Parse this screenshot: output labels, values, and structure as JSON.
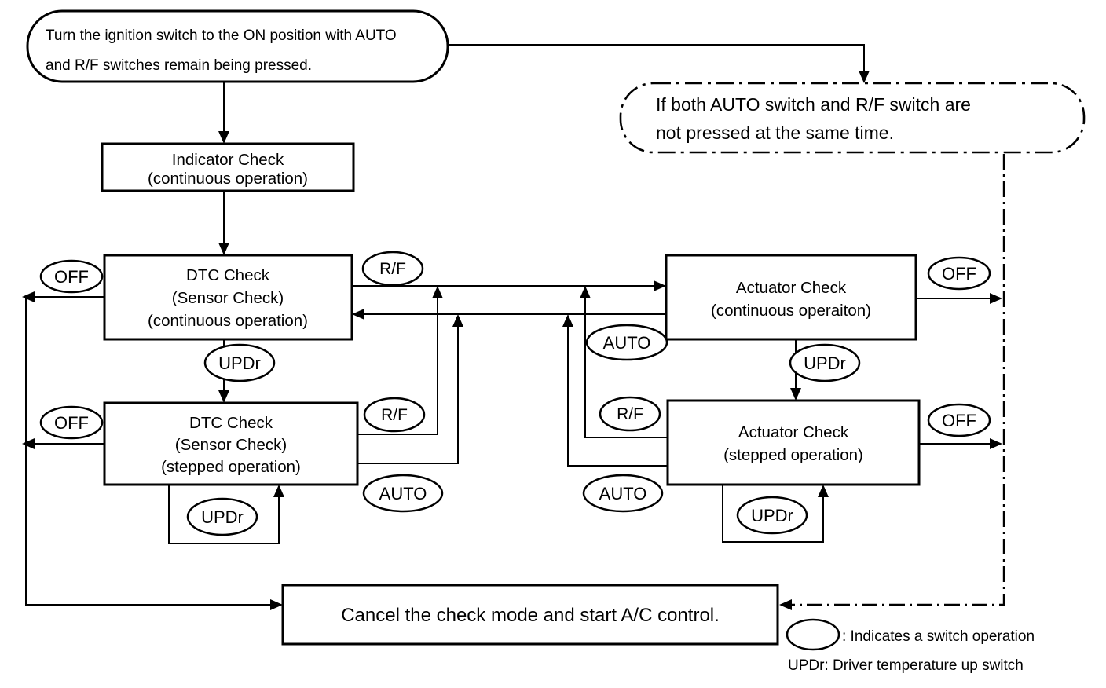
{
  "diagram": {
    "nodes": {
      "start": {
        "lines": [
          "Turn the ignition switch to the ON position with AUTO",
          "and R/F switches remain being pressed."
        ]
      },
      "bypass": {
        "lines": [
          "If both AUTO switch and R/F switch are",
          "not pressed at the same time."
        ]
      },
      "indicator_check": {
        "lines": [
          "Indicator Check",
          "(continuous operation)"
        ]
      },
      "dtc_check_continuous": {
        "lines": [
          "DTC Check",
          "(Sensor Check)",
          "(continuous operation)"
        ]
      },
      "dtc_check_stepped": {
        "lines": [
          "DTC Check",
          "(Sensor Check)",
          "(stepped operation)"
        ]
      },
      "actuator_check_continuous": {
        "lines": [
          "Actuator Check",
          "(continuous operaiton)"
        ]
      },
      "actuator_check_stepped": {
        "lines": [
          "Actuator Check",
          "(stepped operation)"
        ]
      },
      "cancel": {
        "label": "Cancel the check mode and start A/C control."
      }
    },
    "switch_labels": {
      "off": "OFF",
      "rf": "R/F",
      "auto": "AUTO",
      "updr": "UPDr"
    },
    "legend": {
      "oval_meaning": ": Indicates a switch operation",
      "updr_meaning": "UPDr: Driver temperature up switch"
    },
    "colors": {
      "line": "#000000",
      "background": "#ffffff"
    }
  }
}
